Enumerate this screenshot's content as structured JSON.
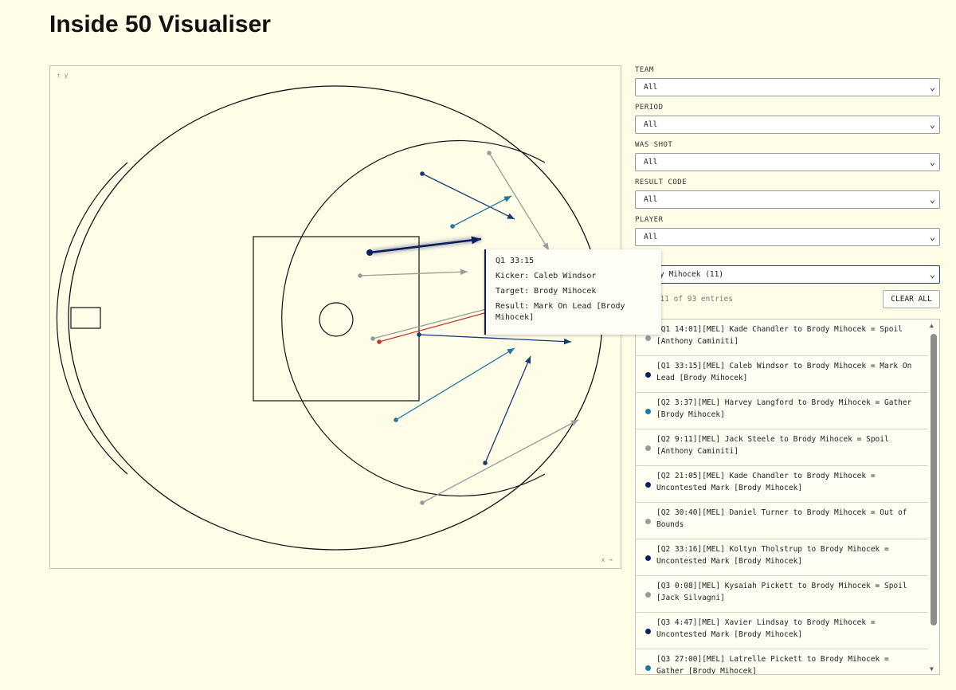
{
  "title": "Inside 50 Visualiser",
  "field": {
    "axis_y": "↑ y",
    "axis_x": "x →"
  },
  "kicks": [
    {
      "color": "#9a9a9a"
    },
    {
      "color": "#173a73"
    },
    {
      "color": "#1f78a0"
    },
    {
      "color": "#0b1f5c",
      "highlight": true
    },
    {
      "color": "#9a9a9a"
    },
    {
      "color": "#9a9a9a"
    },
    {
      "color": "#c0392b"
    },
    {
      "color": "#173a73"
    },
    {
      "color": "#1f78a0"
    },
    {
      "color": "#173a73"
    },
    {
      "color": "#9a9a9a"
    }
  ],
  "tooltip": {
    "time": "Q1 33:15",
    "kicker": "Kicker: Caleb Windsor",
    "target": "Target: Brody Mihocek",
    "result": "Result: Mark On Lead [Brody Mihocek]"
  },
  "filters": [
    {
      "label": "TEAM",
      "value": "All"
    },
    {
      "label": "PERIOD",
      "value": "All"
    },
    {
      "label": "WAS SHOT",
      "value": "All"
    },
    {
      "label": "RESULT CODE",
      "value": "All"
    },
    {
      "label": "PLAYER",
      "value": "All"
    }
  ],
  "target_select": {
    "value": "y Mihocek (11)"
  },
  "showing": "g 11 of 93 entries",
  "clear_all": "CLEAR ALL",
  "colors": {
    "dark_navy": "#0b1f5c",
    "teal": "#1f78a0",
    "grey": "#9a9a9a",
    "red": "#c0392b"
  },
  "entries": [
    {
      "text": "[Q1 14:01][MEL] Kade Chandler to Brody Mihocek = Spoil [Anthony Caminiti]",
      "dot": "#9a9a9a"
    },
    {
      "text": "[Q1 33:15][MEL] Caleb Windsor to Brody Mihocek = Mark On Lead [Brody Mihocek]",
      "dot": "#0b1f5c"
    },
    {
      "text": "[Q2 3:37][MEL] Harvey Langford to Brody Mihocek = Gather [Brody Mihocek]",
      "dot": "#1f78a0"
    },
    {
      "text": "[Q2 9:11][MEL] Jack Steele to Brody Mihocek = Spoil [Anthony Caminiti]",
      "dot": "#9a9a9a"
    },
    {
      "text": "[Q2 21:05][MEL] Kade Chandler to Brody Mihocek = Uncontested Mark [Brody Mihocek]",
      "dot": "#0b1f5c"
    },
    {
      "text": "[Q2 30:40][MEL] Daniel Turner to Brody Mihocek = Out of Bounds",
      "dot": "#9a9a9a"
    },
    {
      "text": "[Q2 33:16][MEL] Koltyn Tholstrup to Brody Mihocek = Uncontested Mark [Brody Mihocek]",
      "dot": "#0b1f5c"
    },
    {
      "text": "[Q3 0:08][MEL] Kysaiah Pickett to Brody Mihocek = Spoil [Jack Silvagni]",
      "dot": "#9a9a9a"
    },
    {
      "text": "[Q3 4:47][MEL] Xavier Lindsay to Brody Mihocek = Uncontested Mark [Brody Mihocek]",
      "dot": "#0b1f5c"
    },
    {
      "text": "[Q3 27:00][MEL] Latrelle Pickett to Brody Mihocek = Gather [Brody Mihocek]",
      "dot": "#1f78a0"
    }
  ]
}
